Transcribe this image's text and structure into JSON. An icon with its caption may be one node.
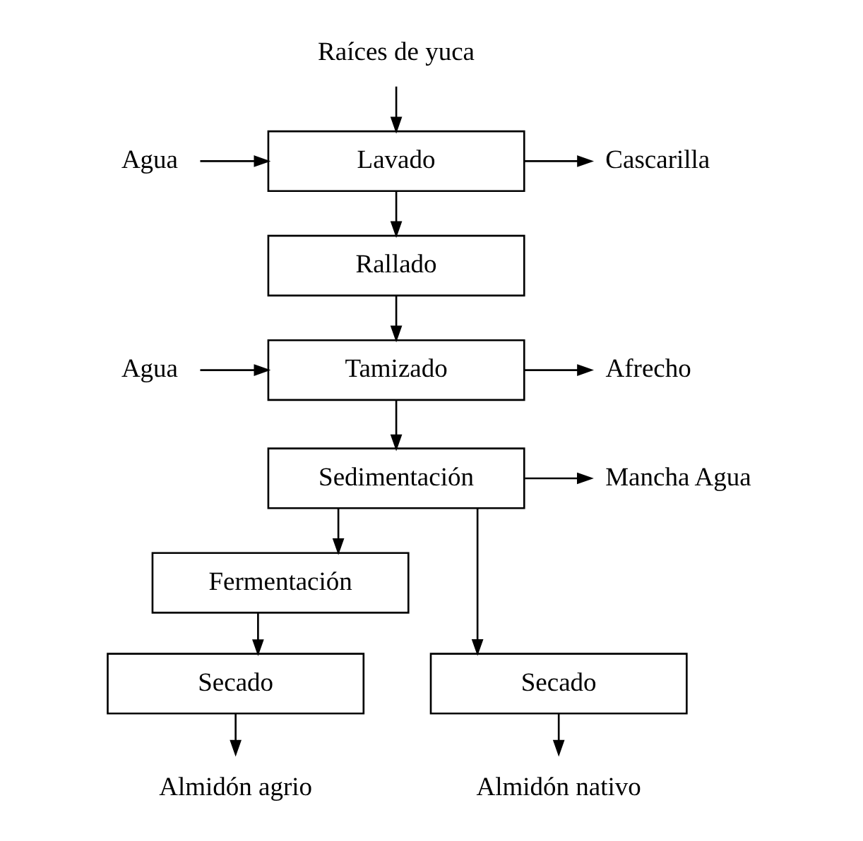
{
  "diagram": {
    "nodes": [
      {
        "text": [
          "Raíces de yuca"
        ]
      },
      {
        "text": [
          "Agua"
        ]
      },
      {
        "text": [
          "Lavado"
        ]
      },
      {
        "text": [
          "Cascarilla"
        ]
      },
      {
        "text": [
          "Rallado"
        ]
      },
      {
        "text": [
          "Agua"
        ]
      },
      {
        "text": [
          "Tamizado"
        ]
      },
      {
        "text": [
          "Afrecho"
        ]
      },
      {
        "text": [
          "Sedimentación"
        ]
      },
      {
        "text": [
          "Mancha Agua"
        ]
      },
      {
        "text": [
          "Fermentación"
        ]
      },
      {
        "text": [
          "Secado"
        ]
      },
      {
        "text": [
          "Secado"
        ]
      },
      {
        "text": [
          "Almidón nativo"
        ]
      },
      {
        "text": [
          "Almidón agrio"
        ]
      }
    ],
    "edges": [
      {
        "from": 0,
        "to": 2,
        "arrow": "to"
      },
      {
        "from": 1,
        "to": 2,
        "arrow": "to"
      },
      {
        "from": 2,
        "to": 3,
        "arrow": "to"
      },
      {
        "from": 2,
        "to": 4,
        "arrow": "to"
      },
      {
        "from": 4,
        "to": 6,
        "arrow": "to"
      },
      {
        "from": 5,
        "to": 6,
        "arrow": "to"
      },
      {
        "from": 6,
        "to": 7,
        "arrow": "to"
      },
      {
        "from": 6,
        "to": 8,
        "arrow": "to"
      },
      {
        "from": 8,
        "to": 9,
        "arrow": "to"
      },
      {
        "from": 8,
        "to": 10,
        "arrow": "to"
      },
      {
        "from": 8,
        "to": 11,
        "arrow": "to"
      },
      {
        "from": 10,
        "to": 12,
        "arrow": "to"
      },
      {
        "from": 11,
        "to": 13,
        "arrow": "to"
      },
      {
        "from": 12,
        "to": 14,
        "arrow": "to"
      }
    ]
  }
}
